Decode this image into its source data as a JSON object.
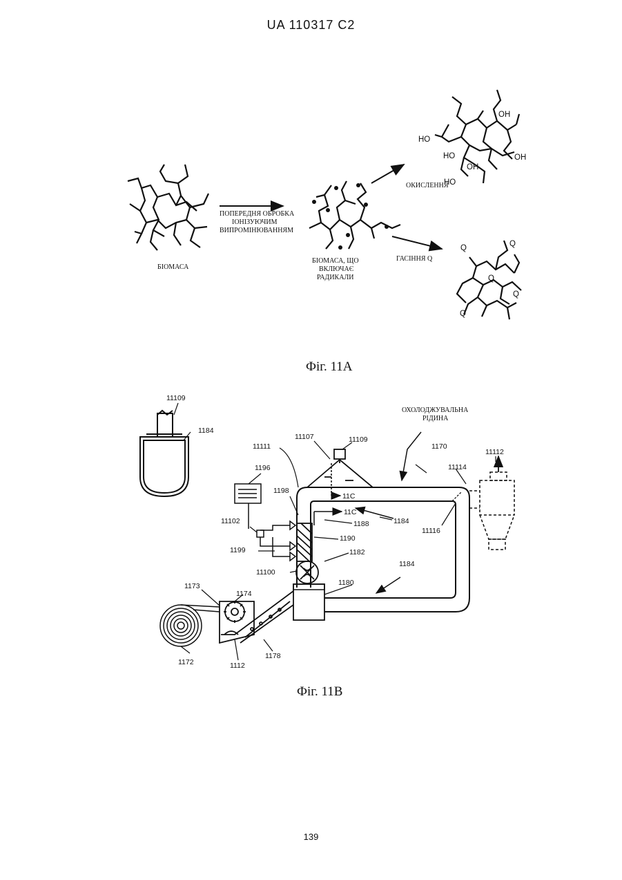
{
  "header": {
    "patent_id": "UA 110317 C2"
  },
  "page_number": "139",
  "fig11a": {
    "caption": "Фіг. 11А",
    "biomass_label": "БІОМАСА",
    "arrow_label_line1": "ПОПЕРЕДНЯ ОБРОБКА",
    "arrow_label_line2": "ІОНІЗУЮЧИМ",
    "arrow_label_line3": "ВИПРОМІНЮВАННЯМ",
    "radical_label_line1": "БІОМАСА, ЩО",
    "radical_label_line2": "ВКЛЮЧАЄ",
    "radical_label_line3": "РАДИКАЛИ",
    "oxidation_label": "ОКИСЛЕННЯ",
    "quench_label": "ГАСІННЯ Q",
    "oh_labels": [
      "OH",
      "HO",
      "HO",
      "OH",
      "OH",
      "HO"
    ],
    "q_labels": [
      "Q",
      "Q",
      "Q",
      "Q",
      "Q"
    ]
  },
  "fig11b": {
    "caption": "Фіг. 11В",
    "coolant_line1": "ОХОЛОДЖУВАЛЬНА",
    "coolant_line2": "РІДИНА",
    "refs": {
      "r11109a": "11109",
      "r1184a": "1184",
      "r11107": "11107",
      "r11109b": "11109",
      "r1170": "1170",
      "r11112": "11112",
      "r11114": "11114",
      "r11111": "11111",
      "r1196": "1196",
      "r1198": "1198",
      "r11c_a": "11C",
      "r11c_b": "11C",
      "r1188": "1188",
      "r1184b": "1184",
      "r11116": "11116",
      "r11102": "11102",
      "r1190": "1190",
      "r1199": "1199",
      "r1182": "1182",
      "r11100": "11100",
      "r1184c": "1184",
      "r1174": "1174",
      "r1173": "1173",
      "r1180": "1180",
      "r1172": "1172",
      "r1112": "1112",
      "r1178": "1178"
    }
  }
}
